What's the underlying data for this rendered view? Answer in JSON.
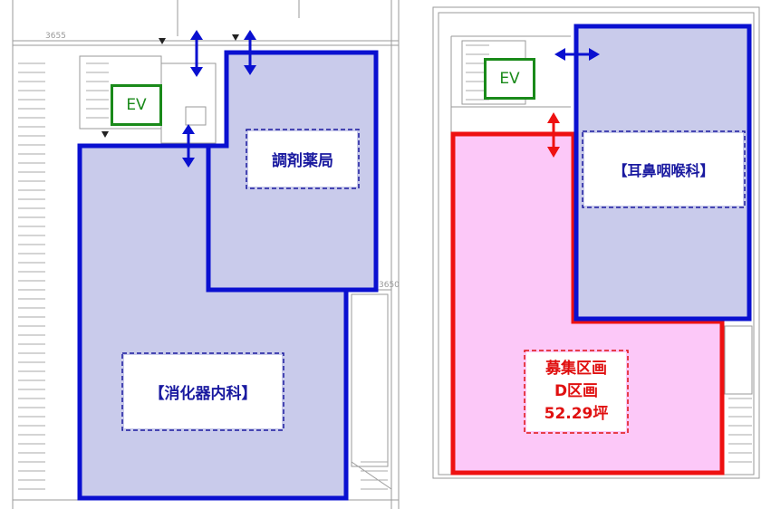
{
  "left_plan": {
    "ev": "EV",
    "pharmacy": "調剤薬局",
    "gastro": "【消化器内科】",
    "dims": [
      "3655",
      "3650"
    ]
  },
  "right_plan": {
    "ev": "EV",
    "ent": "【耳鼻咽喉科】",
    "vacancy": {
      "line1": "募集区画",
      "line2": "D区画",
      "line3": "52.29坪"
    }
  },
  "colors": {
    "tenant_outline": "#0a10d0",
    "tenant_fill": "#c9cbeb",
    "vacancy_outline": "#ee1111",
    "vacancy_fill": "#fcc8f8",
    "ev_green": "#1a8a1a",
    "label_blue": "#1a1aa0",
    "label_red": "#e01010"
  }
}
